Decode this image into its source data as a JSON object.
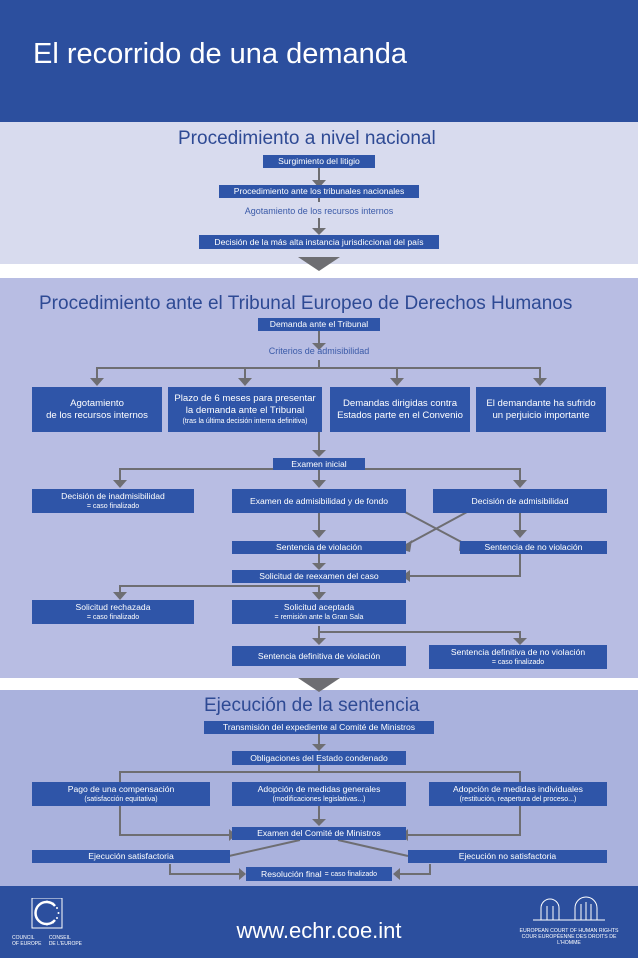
{
  "header": {
    "title": "El recorrido de una demanda"
  },
  "national": {
    "heading": "Procedimiento a nivel nacional",
    "surgimiento": "Surgimiento del litigio",
    "procedimiento": "Procedimiento ante los tribunales nacionales",
    "agotamiento": "Agotamiento de los recursos internos",
    "decision": "Decisión de la más alta instancia jurisdiccional del país"
  },
  "tedh": {
    "heading": "Procedimiento ante el Tribunal Europeo de Derechos Humanos",
    "demanda": "Demanda ante el Tribunal",
    "criterios": "Criterios de admisibilidad",
    "crit1": "Agotamiento",
    "crit1b": "de los recursos internos",
    "crit2": "Plazo de 6 meses para presentar",
    "crit2b": "la demanda ante el Tribunal",
    "crit2s": "(tras la última decisión interna definitiva)",
    "crit3": "Demandas dirigidas contra",
    "crit3b": "Estados parte en el Convenio",
    "crit4": "El demandante ha sufrido",
    "crit4b": "un perjuicio importante",
    "examen_inicial": "Examen inicial",
    "inadmisibilidad": "Decisión de inadmisibilidad",
    "caso_finalizado": "= caso finalizado",
    "examen_fondo": "Examen de admisibilidad y de fondo",
    "admisibilidad": "Decisión de admisibilidad",
    "sent_violacion": "Sentencia de violación",
    "sent_no_violacion": "Sentencia de no violación",
    "reexamen": "Solicitud de reexamen del caso",
    "rechazada": "Solicitud rechazada",
    "aceptada": "Solicitud aceptada",
    "remision": "= remisión ante la Gran Sala",
    "def_violacion": "Sentencia definitiva de violación",
    "def_no_violacion": "Sentencia definitiva de no violación"
  },
  "ejecucion": {
    "heading": "Ejecución de la sentencia",
    "transmision": "Transmisión del expediente al Comité de Ministros",
    "obligaciones": "Obligaciones del Estado condenado",
    "pago": "Pago de una compensación",
    "pago_s": "(satisfacción equitativa)",
    "generales": "Adopción de medidas generales",
    "generales_s": "(modificaciones legislativas...)",
    "individuales": "Adopción de medidas individuales",
    "individuales_s": "(restitución, reapertura del proceso...)",
    "examen_comite": "Examen del Comité de Ministros",
    "satisfactoria": "Ejecución satisfactoria",
    "no_satisfactoria": "Ejecución no satisfactoria",
    "resolucion": "Resolución final",
    "resolucion_s": "= caso finalizado"
  },
  "footer": {
    "url": "www.echr.coe.int",
    "coe_en1": "COUNCIL",
    "coe_en2": "OF EUROPE",
    "coe_fr1": "CONSEIL",
    "coe_fr2": "DE L'EUROPE",
    "court_en": "EUROPEAN COURT OF HUMAN RIGHTS",
    "court_fr": "COUR EUROPÉENNE DES DROITS DE L'HOMME"
  },
  "colors": {
    "header": "#2c4f9e",
    "box": "#2f55a8",
    "arrow": "#6e6e72"
  }
}
